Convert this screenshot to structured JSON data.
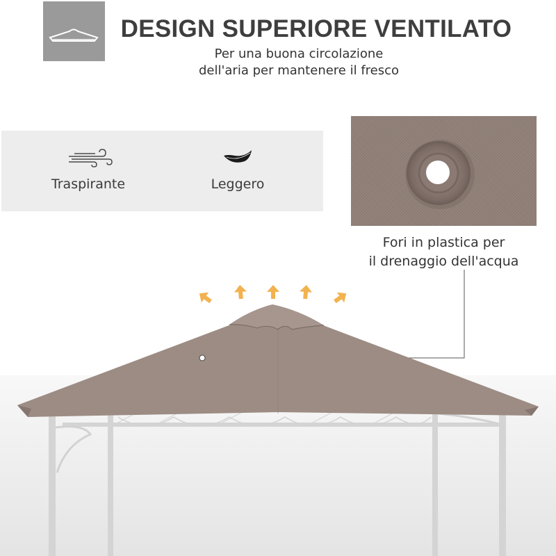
{
  "header": {
    "title": "DESIGN SUPERIORE VENTILATO",
    "subtitle_line1": "Per una buona circolazione",
    "subtitle_line2": "dell'aria per mantenere il fresco",
    "logo_icon": "gazebo-roof-icon"
  },
  "features": [
    {
      "label": "Traspirante",
      "icon": "wind-icon"
    },
    {
      "label": "Leggero",
      "icon": "feather-icon"
    }
  ],
  "detail": {
    "image": "drainage-hole-closeup",
    "caption_line1": "Fori in plastica per",
    "caption_line2": "il drenaggio dell'acqua"
  },
  "product": {
    "name": "gazebo-canopy",
    "canopy_color": "#9c8c84",
    "arrow_color": "#f2b24f",
    "arrow_count": 5
  }
}
